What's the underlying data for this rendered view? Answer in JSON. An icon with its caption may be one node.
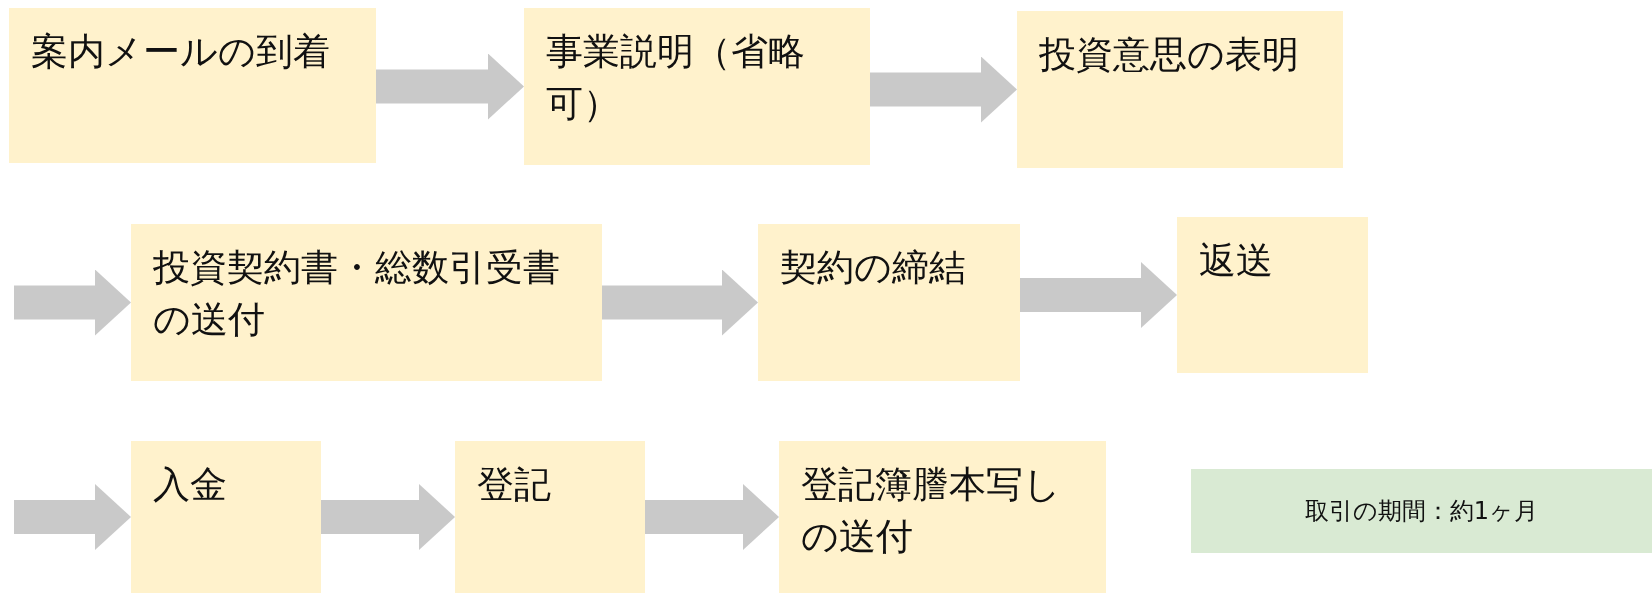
{
  "diagram": {
    "nodes": [
      {
        "text": [
          "案内メールの到着"
        ]
      },
      {
        "text": [
          "事業説明（省略可）"
        ]
      },
      {
        "text": [
          "投資意思の表明"
        ]
      },
      {
        "text": [
          "投資契約書・総数引受書の送付"
        ]
      },
      {
        "text": [
          "契約の締結"
        ]
      },
      {
        "text": [
          "返送"
        ]
      },
      {
        "text": [
          "入金"
        ]
      },
      {
        "text": [
          "登記"
        ]
      },
      {
        "text": [
          "登記簿謄本写しの送付"
        ]
      },
      {
        "text": [
          "取引の期間：約1ヶ月"
        ]
      }
    ],
    "edges": [
      {
        "from": 0,
        "to": 1,
        "arrow": "to"
      },
      {
        "from": 1,
        "to": 2,
        "arrow": "to"
      },
      {
        "from": null,
        "to": 3,
        "arrow": "to"
      },
      {
        "from": 3,
        "to": 4,
        "arrow": "to"
      },
      {
        "from": 4,
        "to": 5,
        "arrow": "to"
      },
      {
        "from": null,
        "to": 6,
        "arrow": "to"
      },
      {
        "from": 6,
        "to": 7,
        "arrow": "to"
      },
      {
        "from": 7,
        "to": 8,
        "arrow": "to"
      }
    ]
  }
}
